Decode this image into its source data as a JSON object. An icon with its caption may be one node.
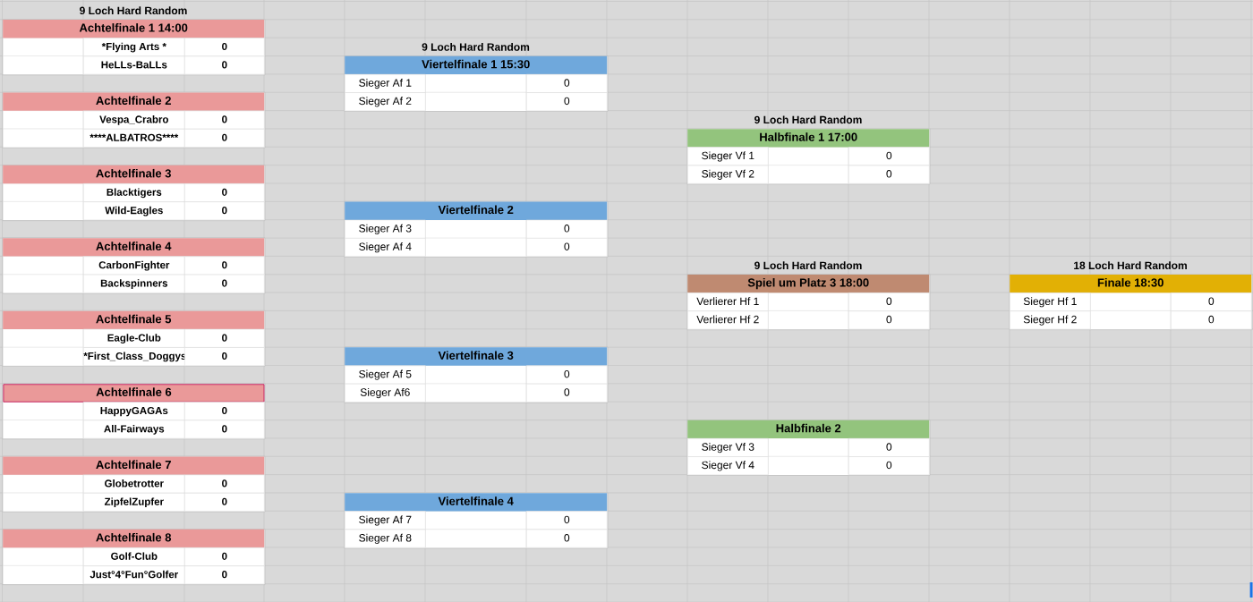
{
  "diagram": {
    "nodes": [
      {
        "text": [
          "Achtelfinale 1 14:00",
          "*Flying Arts *",
          "0",
          "HeLLs-BaLLs",
          "0"
        ],
        "beside": [
          "9 Loch Hard Random"
        ]
      },
      {
        "text": [
          "Achtelfinale 2",
          "Vespa_Crabro",
          "0",
          "****ALBATROS****",
          "0"
        ]
      },
      {
        "text": [
          "Achtelfinale 3",
          "Blacktigers",
          "0",
          "Wild-Eagles",
          "0"
        ]
      },
      {
        "text": [
          "Achtelfinale 4",
          "CarbonFighter",
          "0",
          "Backspinners",
          "0"
        ]
      },
      {
        "text": [
          "Achtelfinale 5",
          "Eagle-Club",
          "0",
          "*First_Class_Doggys",
          "0"
        ]
      },
      {
        "text": [
          "Achtelfinale 6",
          "HappyGAGAs",
          "0",
          "All-Fairways",
          "0"
        ]
      },
      {
        "text": [
          "Achtelfinale 7",
          "Globetrotter",
          "0",
          "ZipfelZupfer",
          "0"
        ]
      },
      {
        "text": [
          "Achtelfinale 8",
          "Golf-Club",
          "0",
          "Just°4°Fun°Golfer",
          "0"
        ]
      },
      {
        "text": [
          "Viertelfinale 1 15:30",
          "Sieger Af 1",
          "0",
          "Sieger Af 2",
          "0"
        ],
        "beside": [
          "9 Loch Hard Random"
        ]
      },
      {
        "text": [
          "Viertelfinale 2",
          "Sieger Af 3",
          "0",
          "Sieger Af 4",
          "0"
        ]
      },
      {
        "text": [
          "Viertelfinale 3",
          "Sieger Af 5",
          "0",
          "Sieger Af6",
          "0"
        ]
      },
      {
        "text": [
          "Viertelfinale 4",
          "Sieger Af 7",
          "0",
          "Sieger Af 8",
          "0"
        ]
      },
      {
        "text": [
          "Halbfinale 1 17:00",
          "Sieger Vf 1",
          "0",
          "Sieger Vf 2",
          "0"
        ],
        "beside": [
          "9 Loch Hard Random"
        ]
      },
      {
        "text": [
          "Spiel um Platz 3 18:00",
          "Verlierer Hf 1",
          "0",
          "Verlierer Hf 2",
          "0"
        ],
        "beside": [
          "9 Loch Hard Random"
        ]
      },
      {
        "text": [
          "Halbfinale 2",
          "Sieger Vf 3",
          "0",
          "Sieger Vf 4",
          "0"
        ]
      },
      {
        "text": [
          "Finale 18:30",
          "Sieger Hf 1",
          "0",
          "Sieger Hf 2",
          "0"
        ],
        "beside": [
          "18 Loch Hard Random"
        ]
      }
    ]
  }
}
